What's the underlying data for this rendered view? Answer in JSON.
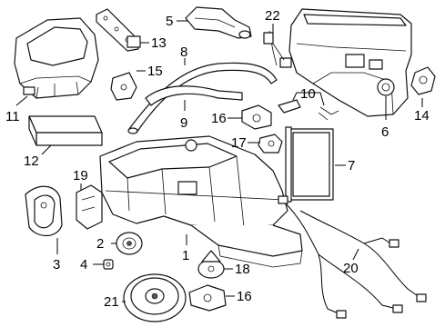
{
  "diagram": {
    "callouts": [
      {
        "id": "1",
        "label": "1"
      },
      {
        "id": "2",
        "label": "2"
      },
      {
        "id": "3",
        "label": "3"
      },
      {
        "id": "4",
        "label": "4"
      },
      {
        "id": "5",
        "label": "5"
      },
      {
        "id": "6",
        "label": "6"
      },
      {
        "id": "7",
        "label": "7"
      },
      {
        "id": "8",
        "label": "8"
      },
      {
        "id": "9",
        "label": "9"
      },
      {
        "id": "10",
        "label": "10"
      },
      {
        "id": "11",
        "label": "11"
      },
      {
        "id": "12",
        "label": "12"
      },
      {
        "id": "13",
        "label": "13"
      },
      {
        "id": "14",
        "label": "14"
      },
      {
        "id": "15",
        "label": "15"
      },
      {
        "id": "16a",
        "label": "16"
      },
      {
        "id": "16b",
        "label": "16"
      },
      {
        "id": "17",
        "label": "17"
      },
      {
        "id": "18",
        "label": "18"
      },
      {
        "id": "19",
        "label": "19"
      },
      {
        "id": "20",
        "label": "20"
      },
      {
        "id": "21",
        "label": "21"
      },
      {
        "id": "22",
        "label": "22"
      }
    ]
  }
}
